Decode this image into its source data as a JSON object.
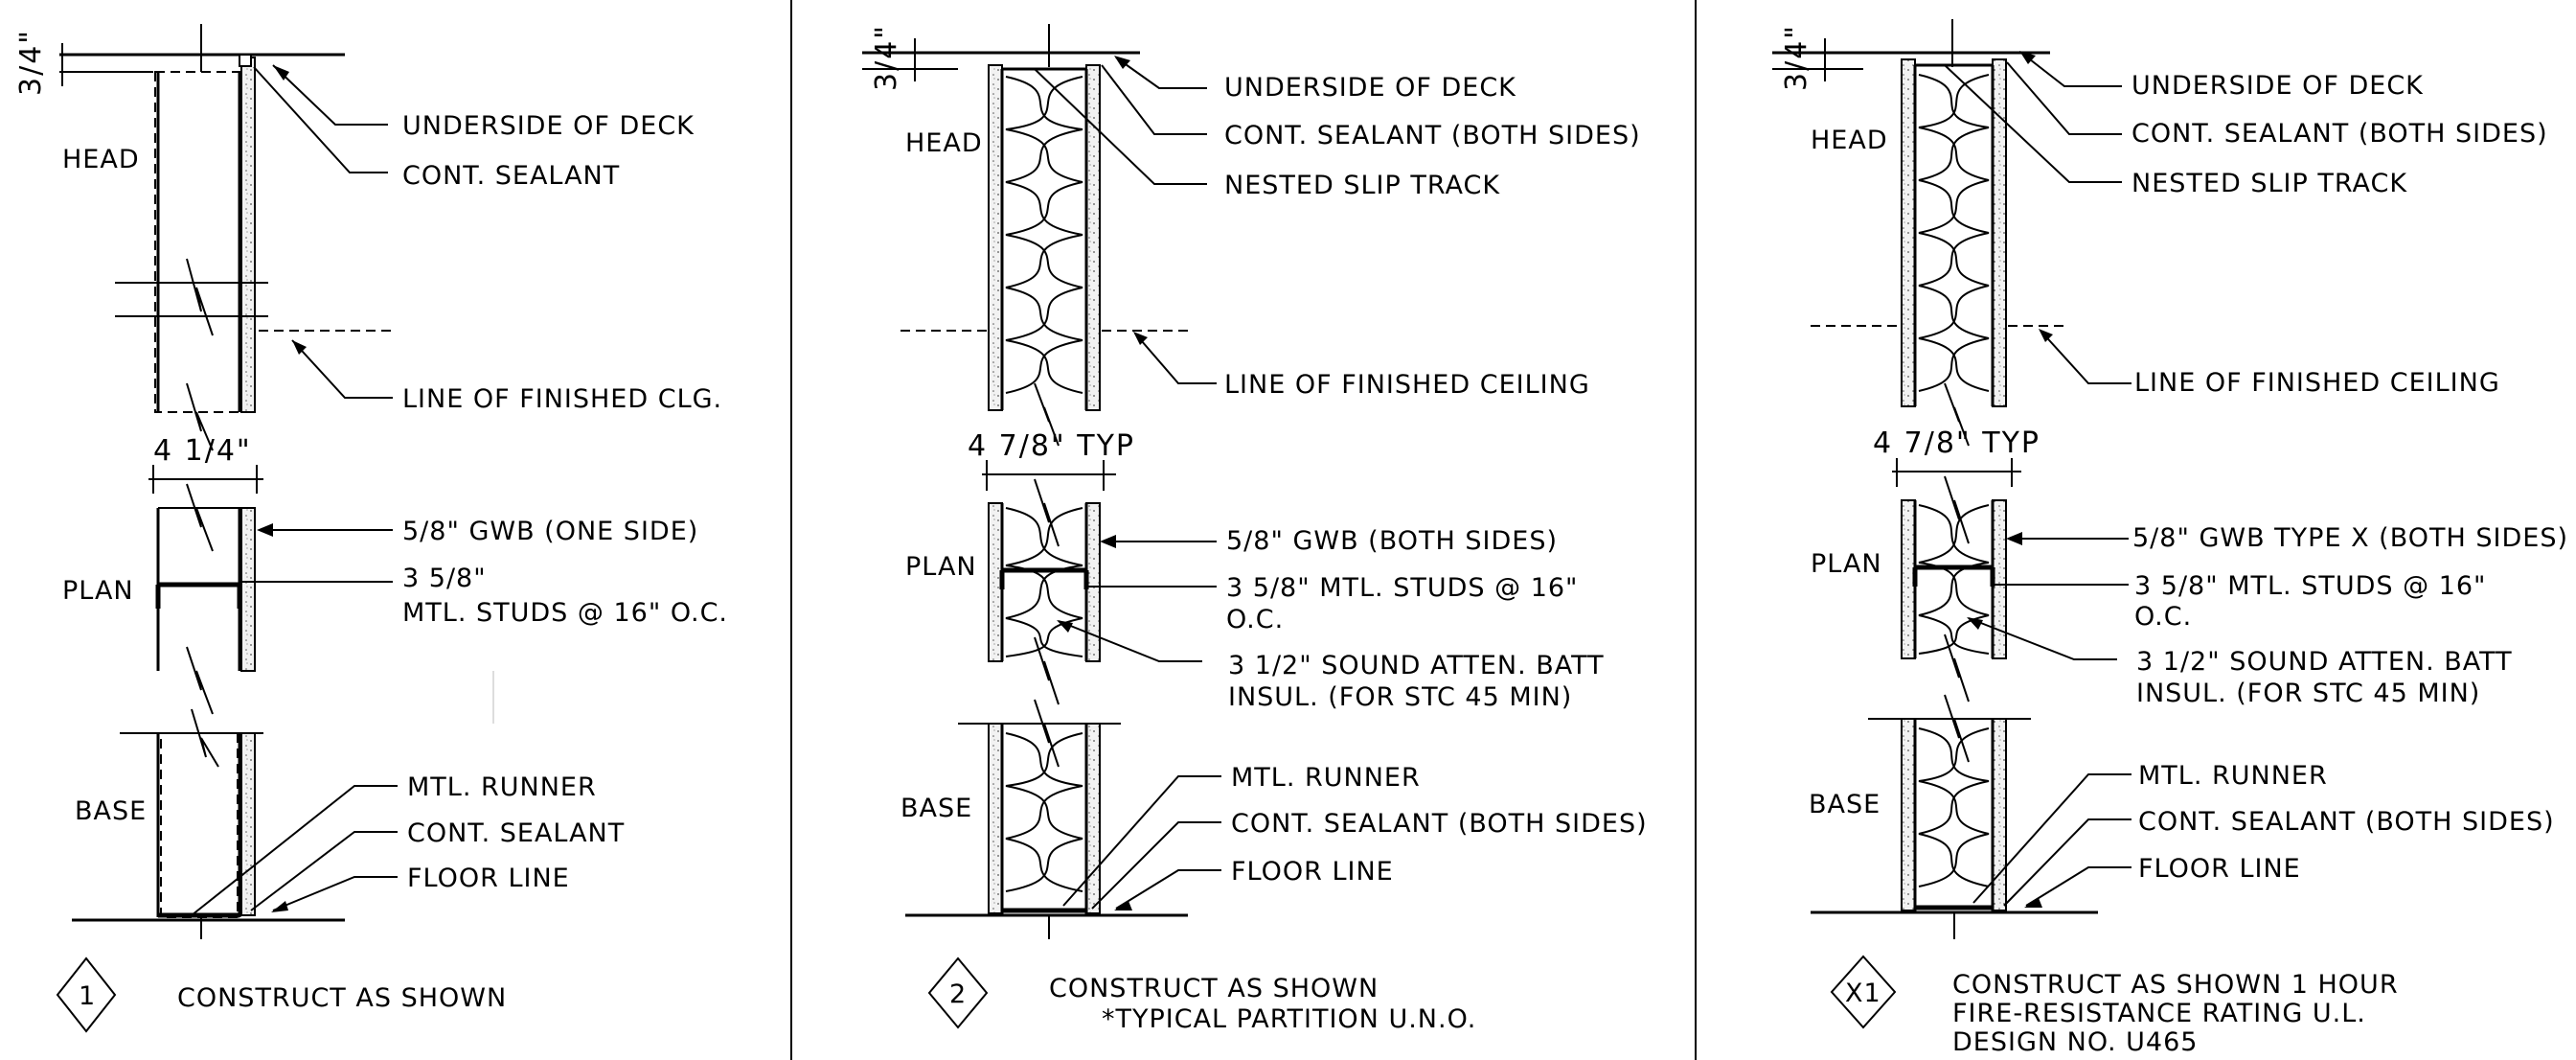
{
  "panels": [
    {
      "head_label": "HEAD",
      "plan_label": "PLAN",
      "base_label": "BASE",
      "dim_top": "3/4\"",
      "dim_width": "4 1/4\"",
      "callouts": {
        "underside": "UNDERSIDE OF DECK",
        "sealant_head": "CONT. SEALANT",
        "ceiling": "LINE OF FINISHED CLG.",
        "gwb": "5/8\" GWB (ONE SIDE)",
        "studs_1": "3 5/8\"",
        "studs_2": "MTL. STUDS @ 16\" O.C.",
        "runner": "MTL. RUNNER",
        "sealant_base": "CONT. SEALANT",
        "floor": "FLOOR LINE"
      },
      "tag": "1",
      "note_1": "CONSTRUCT AS SHOWN"
    },
    {
      "head_label": "HEAD",
      "plan_label": "PLAN",
      "base_label": "BASE",
      "dim_top": "3/4\"",
      "dim_width": "4 7/8\" TYP",
      "callouts": {
        "underside": "UNDERSIDE OF DECK",
        "sealant_head": "CONT. SEALANT (BOTH SIDES)",
        "slip_track": "NESTED SLIP TRACK",
        "ceiling": "LINE OF FINISHED CEILING",
        "gwb": "5/8\" GWB (BOTH SIDES)",
        "studs_1": "3 5/8\" MTL. STUDS @ 16\"",
        "studs_2": "O.C.",
        "batt_1": "3 1/2\" SOUND ATTEN. BATT",
        "batt_2": "INSUL. (FOR STC 45 MIN)",
        "runner": "MTL. RUNNER",
        "sealant_base": "CONT. SEALANT (BOTH SIDES)",
        "floor": "FLOOR LINE"
      },
      "tag": "2",
      "note_1": "CONSTRUCT AS SHOWN",
      "note_2": "*TYPICAL PARTITION U.N.O."
    },
    {
      "head_label": "HEAD",
      "plan_label": "PLAN",
      "base_label": "BASE",
      "dim_top": "3/4\"",
      "dim_width": "4 7/8\" TYP",
      "callouts": {
        "underside": "UNDERSIDE OF DECK",
        "sealant_head": "CONT. SEALANT (BOTH SIDES)",
        "slip_track": "NESTED SLIP TRACK",
        "ceiling": "LINE OF FINISHED CEILING",
        "gwb": "5/8\" GWB TYPE X (BOTH SIDES)",
        "studs_1": "3 5/8\" MTL. STUDS @ 16\"",
        "studs_2": "O.C.",
        "batt_1": "3 1/2\" SOUND ATTEN. BATT",
        "batt_2": "INSUL. (FOR STC 45 MIN)",
        "runner": "MTL. RUNNER",
        "sealant_base": "CONT. SEALANT (BOTH SIDES)",
        "floor": "FLOOR LINE"
      },
      "tag": "X1",
      "note_1": "CONSTRUCT AS SHOWN 1 HOUR",
      "note_2": "FIRE-RESISTANCE RATING U.L.",
      "note_3": "DESIGN NO. U465"
    }
  ]
}
